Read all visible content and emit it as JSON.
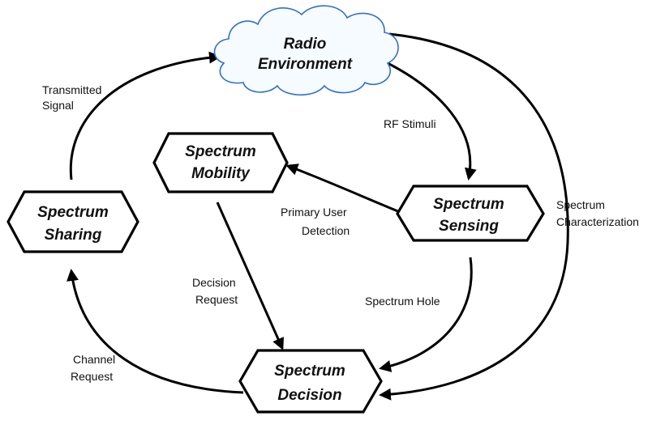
{
  "nodes": {
    "radio_environment": {
      "line1": "Radio",
      "line2": "Environment"
    },
    "spectrum_mobility": {
      "line1": "Spectrum",
      "line2": "Mobility"
    },
    "spectrum_sensing": {
      "line1": "Spectrum",
      "line2": "Sensing"
    },
    "spectrum_sharing": {
      "line1": "Spectrum",
      "line2": "Sharing"
    },
    "spectrum_decision": {
      "line1": "Spectrum",
      "line2": "Decision"
    }
  },
  "edges": {
    "transmitted_signal": {
      "line1": "Transmitted",
      "line2": "Signal"
    },
    "rf_stimuli": {
      "line1": "RF Stimuli"
    },
    "primary_user_detection": {
      "line1": "Primary User",
      "line2": "Detection"
    },
    "spectrum_characterization": {
      "line1": "Spectrum",
      "line2": "Characterization"
    },
    "decision_request": {
      "line1": "Decision",
      "line2": "Request"
    },
    "spectrum_hole": {
      "line1": "Spectrum Hole"
    },
    "channel_request": {
      "line1": "Channel",
      "line2": "Request"
    }
  }
}
